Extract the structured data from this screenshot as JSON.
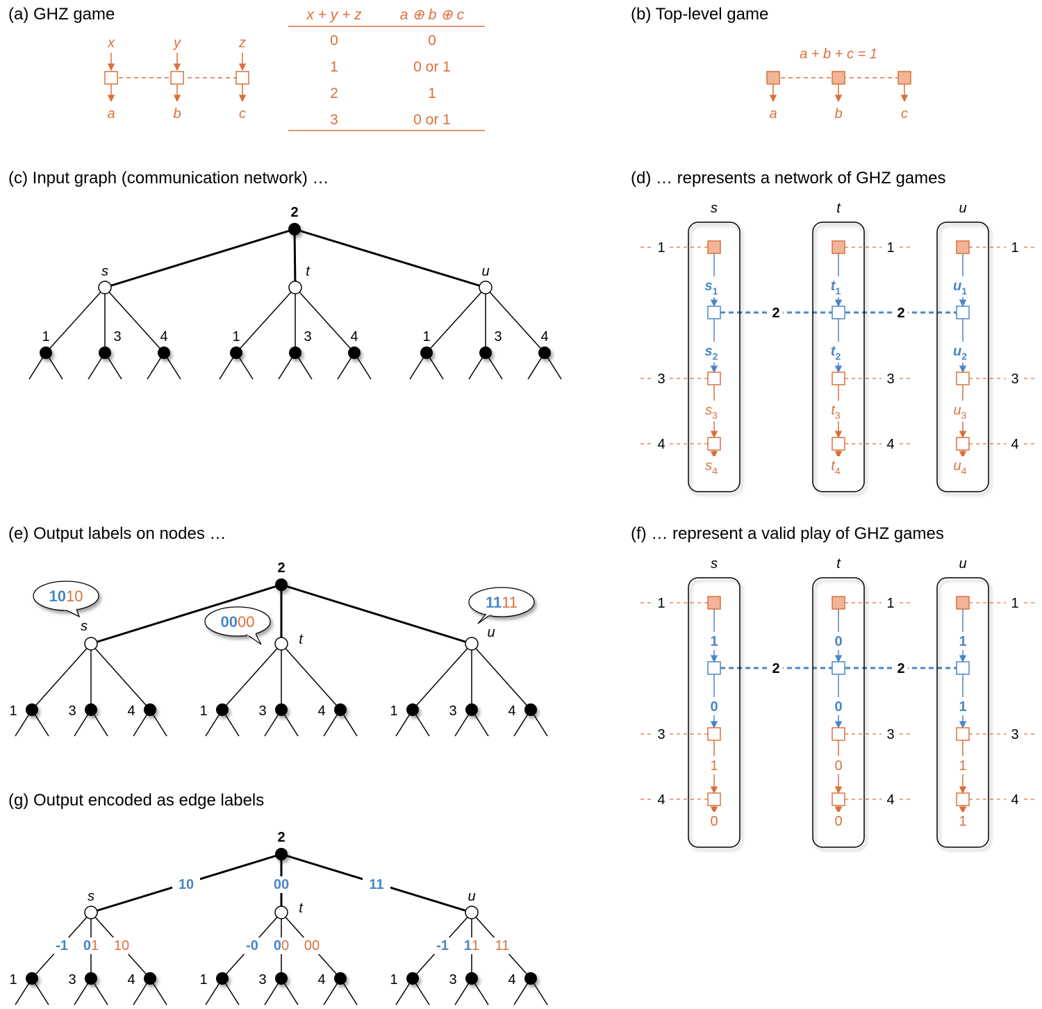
{
  "panels": {
    "a": {
      "title": "(a) GHZ game",
      "inputs": [
        "x",
        "y",
        "z"
      ],
      "outputs": [
        "a",
        "b",
        "c"
      ],
      "table": {
        "headers": [
          "x + y + z",
          "a ⊕ b ⊕ c"
        ],
        "rows": [
          [
            "0",
            "0"
          ],
          [
            "1",
            "0 or 1"
          ],
          [
            "2",
            "1"
          ],
          [
            "3",
            "0 or 1"
          ]
        ]
      }
    },
    "b": {
      "title": "(b) Top-level game",
      "constraint": "a + b + c = 1",
      "outputs": [
        "a",
        "b",
        "c"
      ]
    },
    "c": {
      "title": "(c) Input graph (communication network) …",
      "root_label": "2",
      "nodes": [
        "s",
        "t",
        "u"
      ],
      "leaf_labels": [
        "1",
        "3",
        "4"
      ]
    },
    "d": {
      "title": "(d) … represents a network of GHZ games",
      "columns": [
        {
          "name": "s",
          "labels": [
            "s",
            "s",
            "s",
            "s"
          ]
        },
        {
          "name": "t",
          "labels": [
            "t",
            "t",
            "t",
            "t"
          ]
        },
        {
          "name": "u",
          "labels": [
            "u",
            "u",
            "u",
            "u"
          ]
        }
      ],
      "subscripts": [
        "1",
        "2",
        "3",
        "4"
      ],
      "edge_label": "2",
      "port_labels": [
        "1",
        "3",
        "4"
      ]
    },
    "e": {
      "title": "(e) Output labels on nodes …",
      "root_label": "2",
      "nodes": [
        "s",
        "t",
        "u"
      ],
      "bubbles": [
        {
          "blue": "10",
          "orange": "10"
        },
        {
          "blue": "00",
          "orange": "00"
        },
        {
          "blue": "11",
          "orange": "11"
        }
      ],
      "leaf_labels": [
        "1",
        "3",
        "4"
      ]
    },
    "f": {
      "title": "(f) … represent a valid play of GHZ games",
      "columns": [
        {
          "name": "s",
          "values": [
            "1",
            "0",
            "1",
            "0"
          ]
        },
        {
          "name": "t",
          "values": [
            "0",
            "0",
            "0",
            "0"
          ]
        },
        {
          "name": "u",
          "values": [
            "1",
            "1",
            "1",
            "1"
          ]
        }
      ],
      "edge_label": "2",
      "port_labels": [
        "1",
        "3",
        "4"
      ]
    },
    "g": {
      "title": "(g) Output encoded as edge labels",
      "root_label": "2",
      "nodes": [
        "s",
        "t",
        "u"
      ],
      "top_edge_labels": [
        "10",
        "00",
        "11"
      ],
      "child_edge_labels": [
        [
          {
            "blue": "-1",
            "orange": ""
          },
          {
            "blue": "0",
            "orange": "1"
          },
          {
            "blue": "",
            "orange": "10"
          }
        ],
        [
          {
            "blue": "-0",
            "orange": ""
          },
          {
            "blue": "0",
            "orange": "0"
          },
          {
            "blue": "",
            "orange": "00"
          }
        ],
        [
          {
            "blue": "-1",
            "orange": ""
          },
          {
            "blue": "1",
            "orange": "1"
          },
          {
            "blue": "",
            "orange": "11"
          }
        ]
      ],
      "leaf_labels": [
        "1",
        "3",
        "4"
      ]
    }
  },
  "colors": {
    "orange": "#d9703c",
    "orange_fill": "#f2b497",
    "blue": "#4a86c5",
    "black": "#000000"
  }
}
